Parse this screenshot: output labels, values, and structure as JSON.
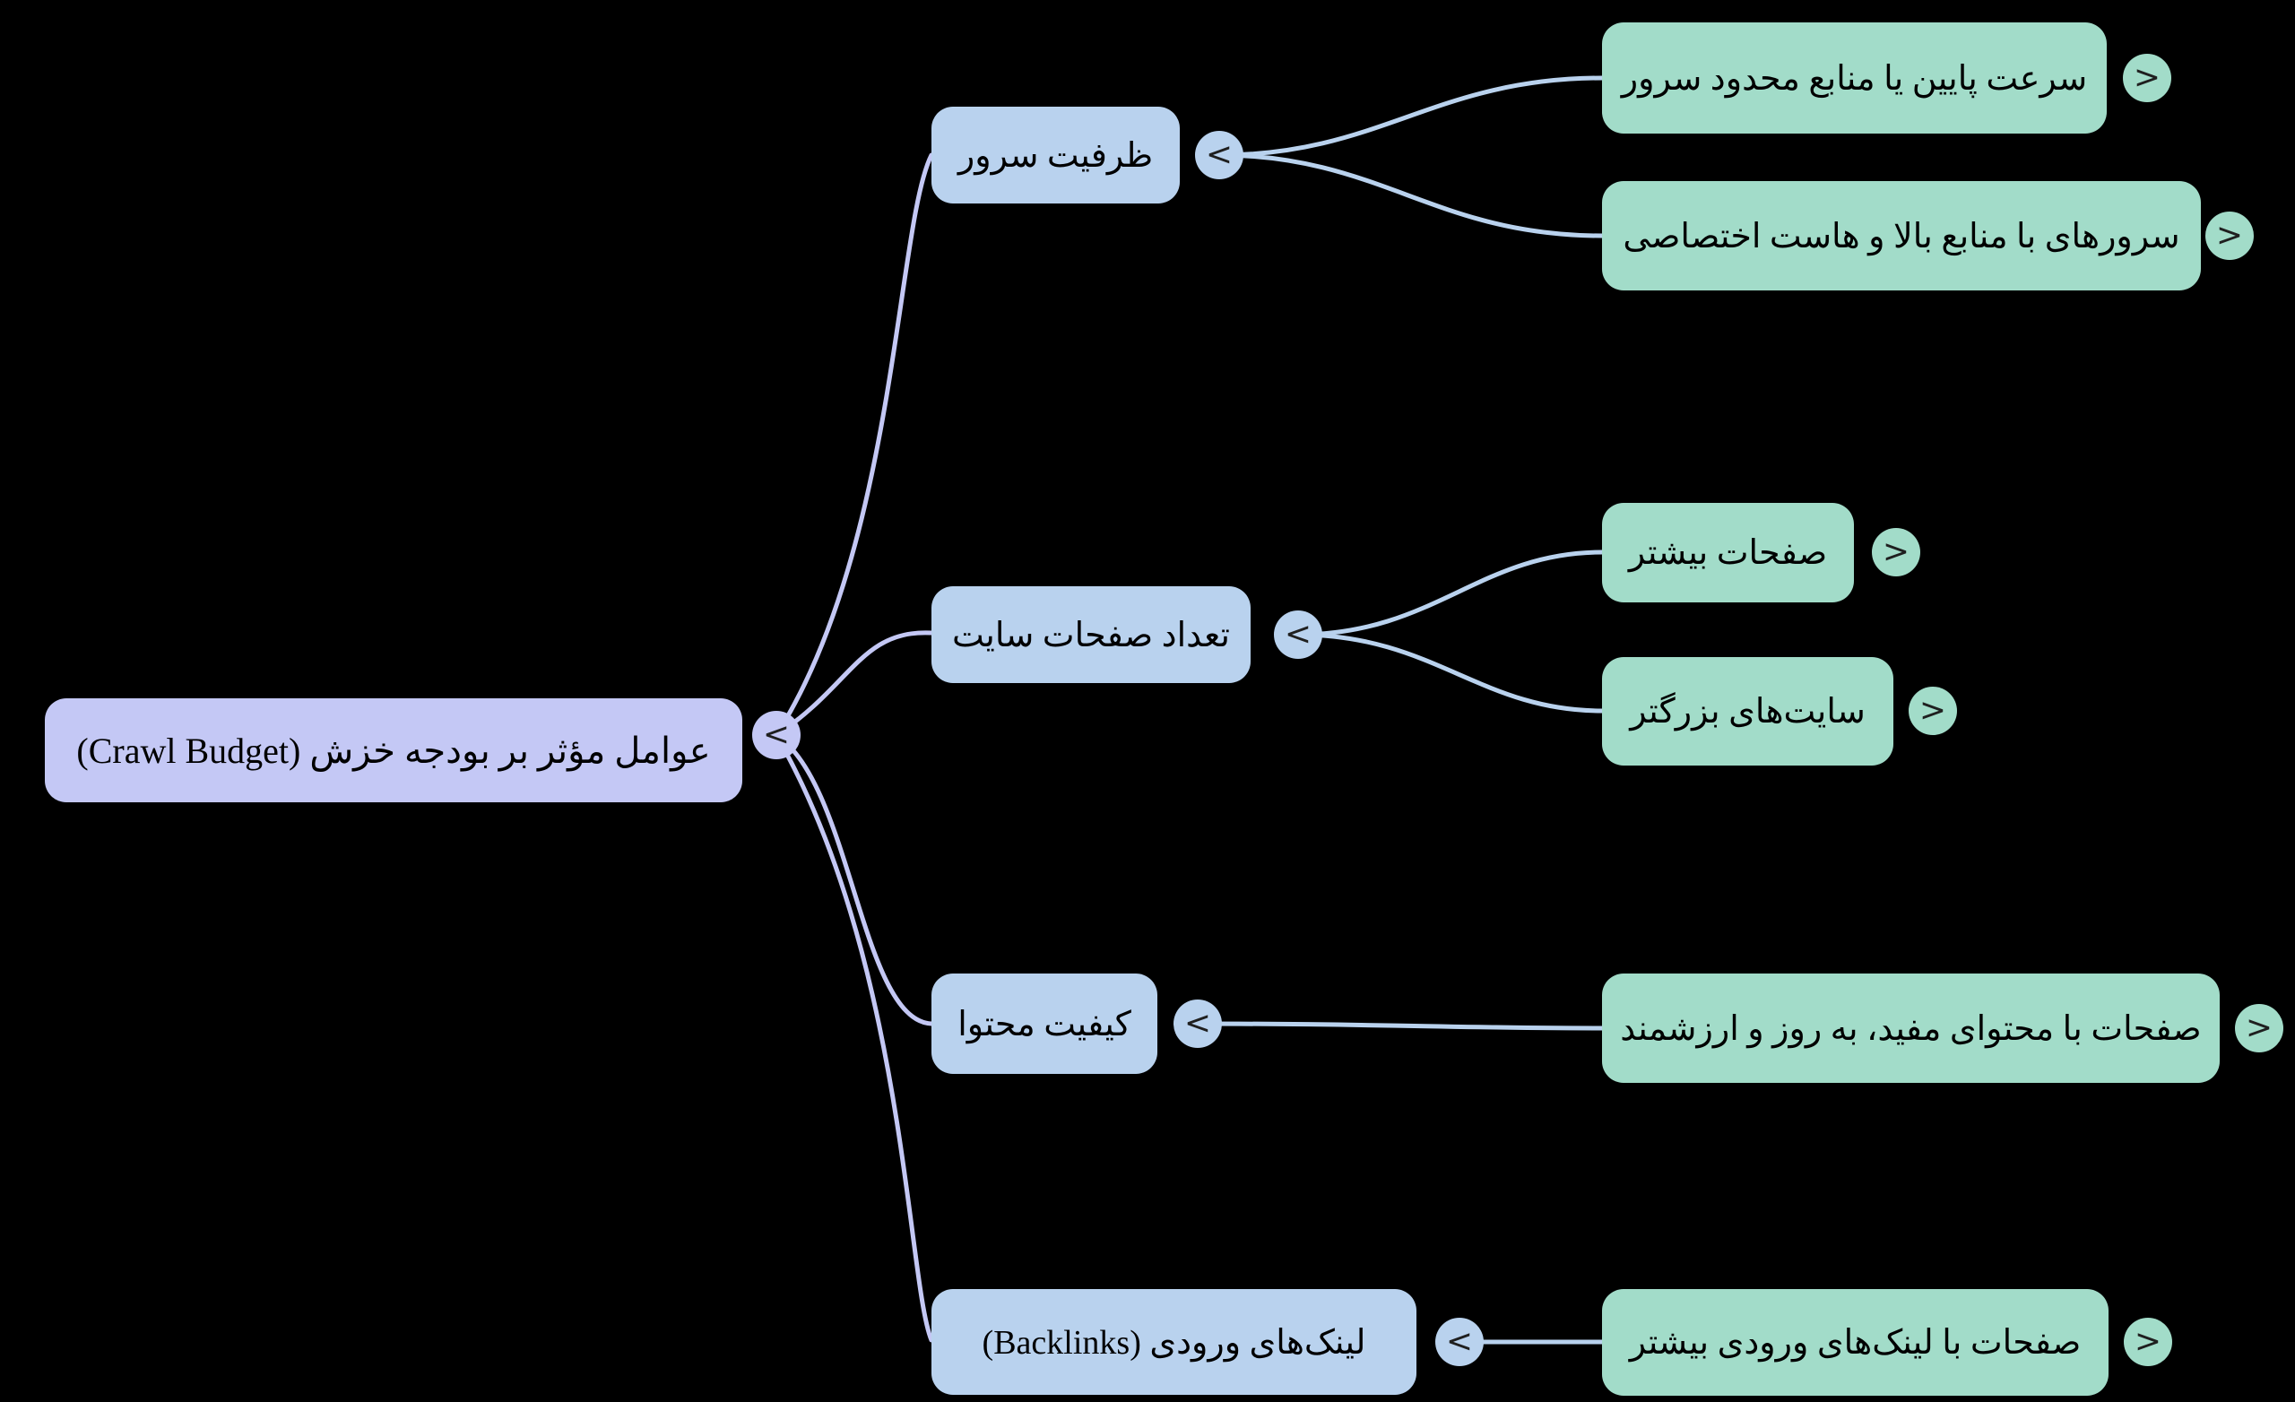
{
  "palette": {
    "background": "#000000",
    "root_fill": "#c4c8f5",
    "branch_fill": "#b9d2ee",
    "leaf_fill": "#a2dcc9",
    "edge_root": "#c4c8f5",
    "edge_branch": "#b9d2ee",
    "text": "#000000",
    "chevron": "#1f1f1f"
  },
  "mindmap": {
    "root": {
      "label": "عوامل مؤثر بر بودجه خزش (Crawl Budget)",
      "toggle": "<"
    },
    "branches": [
      {
        "label": "ظرفیت سرور",
        "toggle": "<",
        "children": [
          {
            "label": "سرعت پایین یا منابع محدود سرور",
            "toggle": ">"
          },
          {
            "label": "سرورهای با منابع بالا و هاست اختصاصی",
            "toggle": ">"
          }
        ]
      },
      {
        "label": "تعداد صفحات سایت",
        "toggle": "<",
        "children": [
          {
            "label": "صفحات بیشتر",
            "toggle": ">"
          },
          {
            "label": "سایت‌های بزرگتر",
            "toggle": ">"
          }
        ]
      },
      {
        "label": "کیفیت محتوا",
        "toggle": "<",
        "children": [
          {
            "label": "صفحات با محتوای مفید، به روز و ارزشمند",
            "toggle": ">"
          }
        ]
      },
      {
        "label": "لینک‌های ورودی (Backlinks)",
        "toggle": "<",
        "children": [
          {
            "label": "صفحات با لینک‌های ورودی بیشتر",
            "toggle": ">"
          }
        ]
      }
    ]
  }
}
